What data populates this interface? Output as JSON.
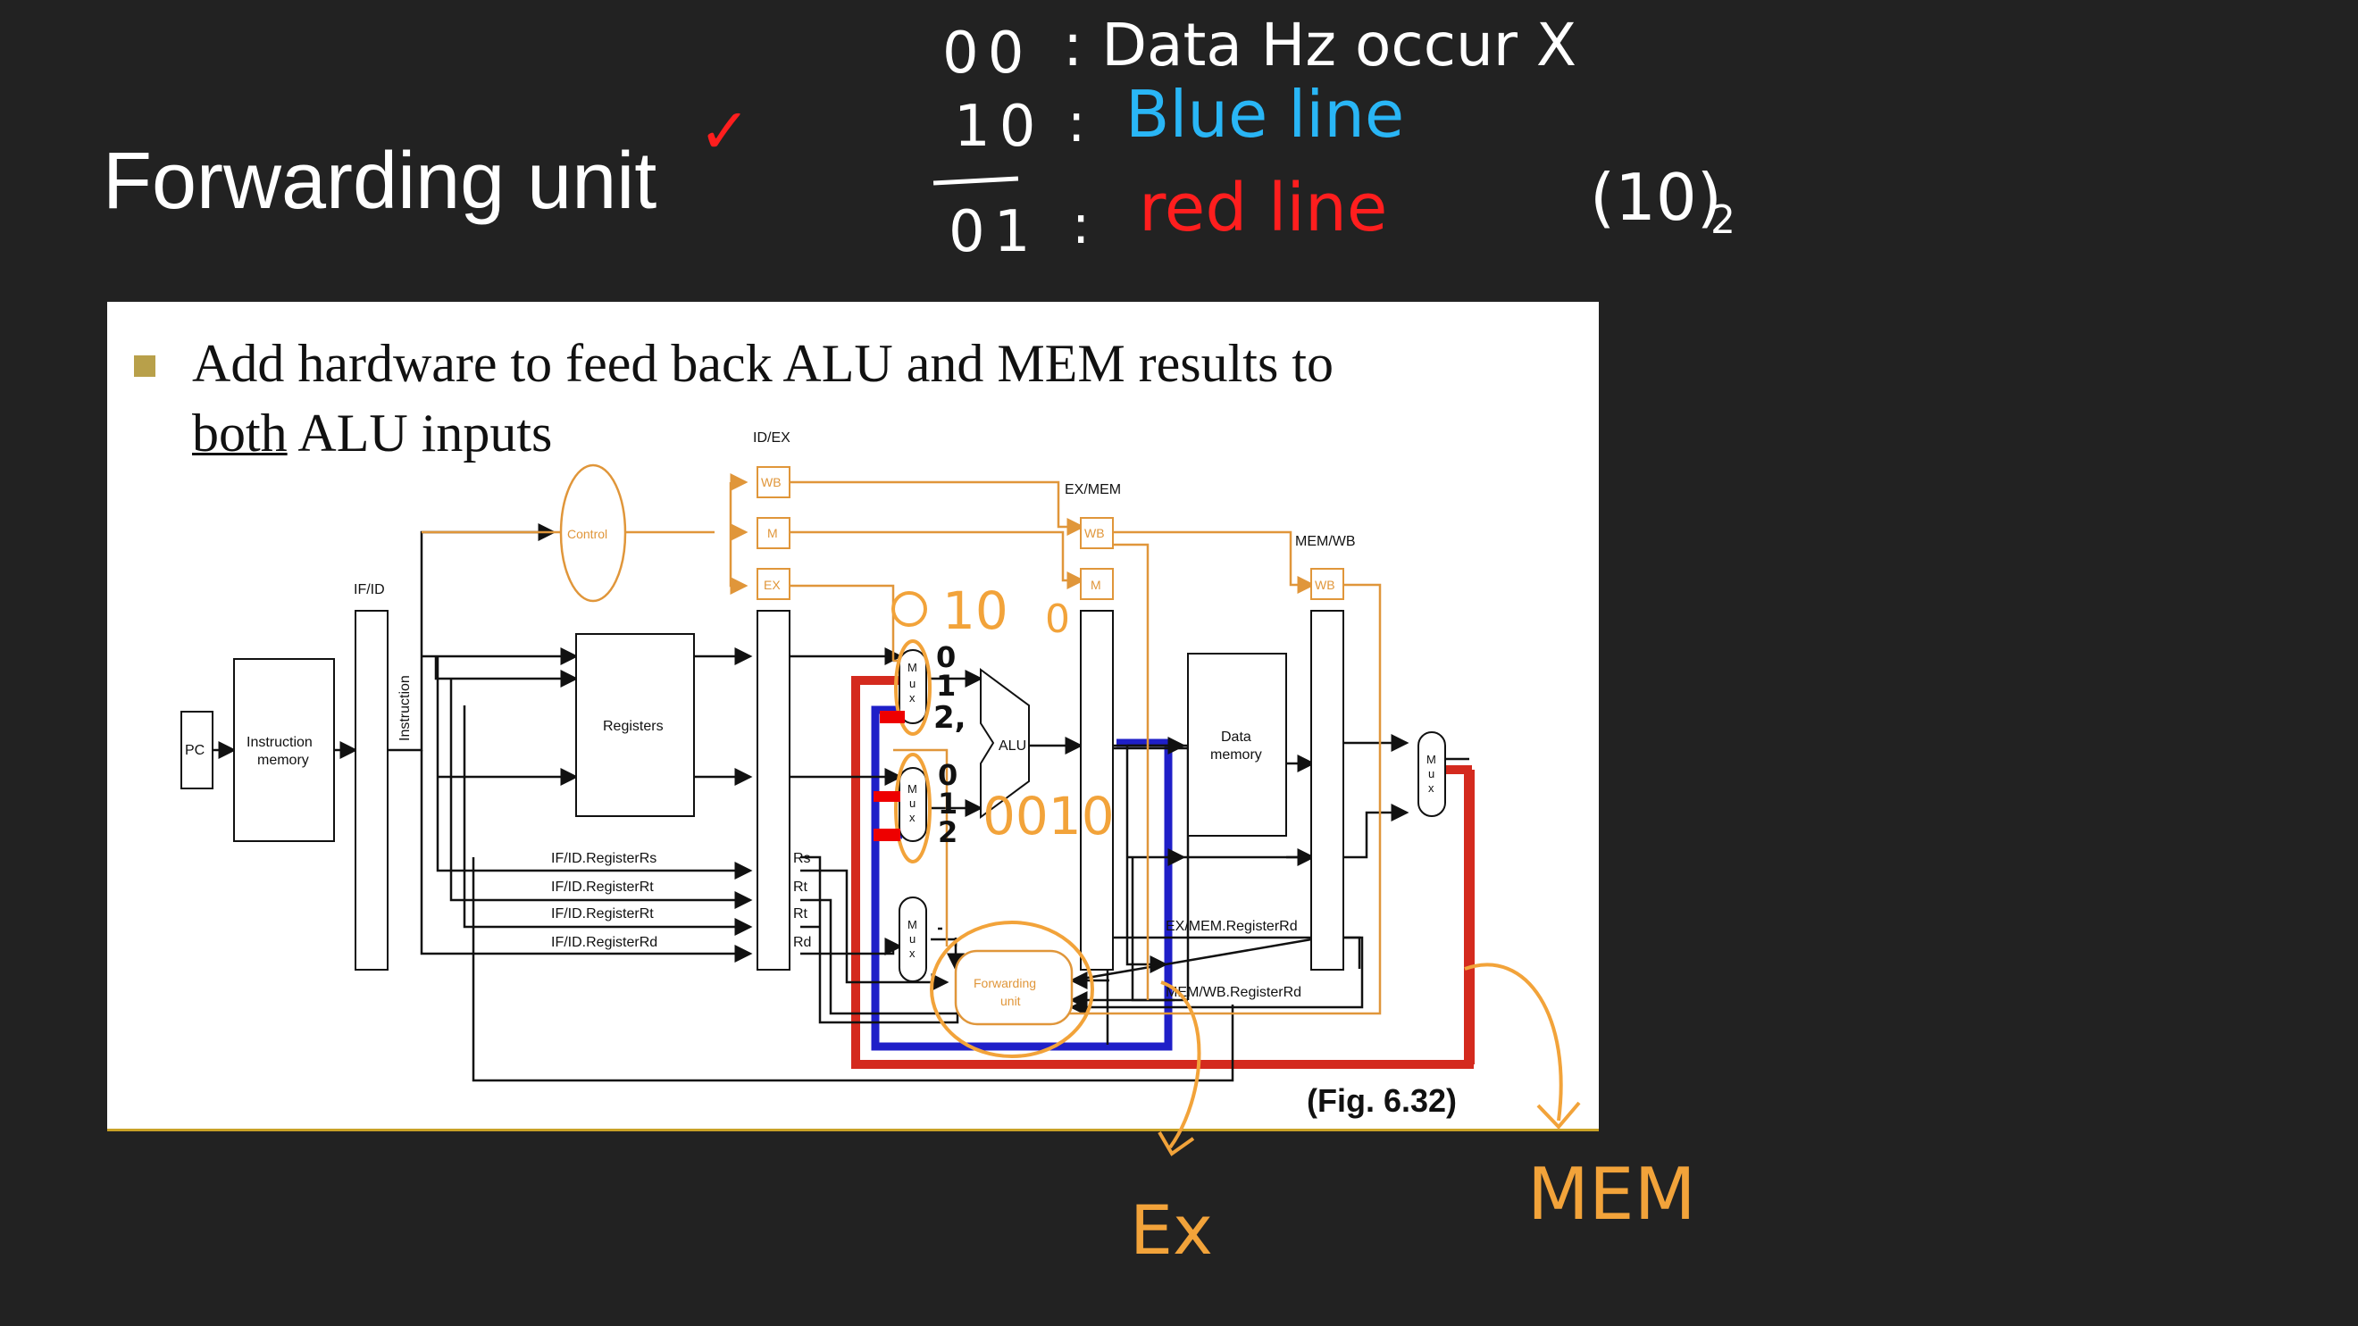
{
  "slide": {
    "title": "Forwarding unit",
    "bullet": {
      "text_underlined": "both",
      "line1": "Add hardware to feed back ALU and MEM results to",
      "line2_rest": " ALU inputs"
    },
    "figure_caption": "(Fig. 6.32)"
  },
  "diagram": {
    "pipeline_registers": [
      "IF/ID",
      "ID/EX",
      "EX/MEM",
      "MEM/WB"
    ],
    "control_fields": {
      "wb": "WB",
      "m": "M",
      "ex": "EX"
    },
    "blocks": {
      "pc": "PC",
      "instruction_memory": [
        "Instruction",
        "memory"
      ],
      "instruction_label": "Instruction",
      "control": "Control",
      "registers": "Registers",
      "alu": "ALU",
      "data_memory": [
        "Data",
        "memory"
      ],
      "forwarding_unit": [
        "Forwarding",
        "unit"
      ],
      "mux_letters": [
        "M",
        "u",
        "x"
      ]
    },
    "signals": [
      "IF/ID.RegisterRs",
      "IF/ID.RegisterRt",
      "IF/ID.RegisterRt",
      "IF/ID.RegisterRd"
    ],
    "idex_fields": [
      "Rs",
      "Rt",
      "Rt",
      "Rd"
    ],
    "exmem_rd": "EX/MEM.RegisterRd",
    "memwb_rd": "MEM/WB.RegisterRd"
  },
  "annotations": {
    "legend": [
      {
        "code": "00",
        "text": ": Data Hz occur X"
      },
      {
        "code": "10",
        "text": "Blue line"
      },
      {
        "code": "01",
        "text": "red line"
      }
    ],
    "legend_colon": ":",
    "check_mark": "✓",
    "subscript_note": "(10)",
    "subscript_base": "2",
    "mux_a_note": "10",
    "mux_a_zero": "0",
    "mux_a_inputs": [
      "0",
      "1",
      "2,"
    ],
    "mux_b_inputs": [
      "0",
      "1",
      "2"
    ],
    "mux_b_note": "0010",
    "arrow_ex": "Ex",
    "arrow_mem": "MEM",
    "colors": {
      "blue_line": "#1f1fc8",
      "red_line": "#d42a1e",
      "orange_ink": "#f2a33a",
      "control_path": "#e0963a"
    }
  }
}
